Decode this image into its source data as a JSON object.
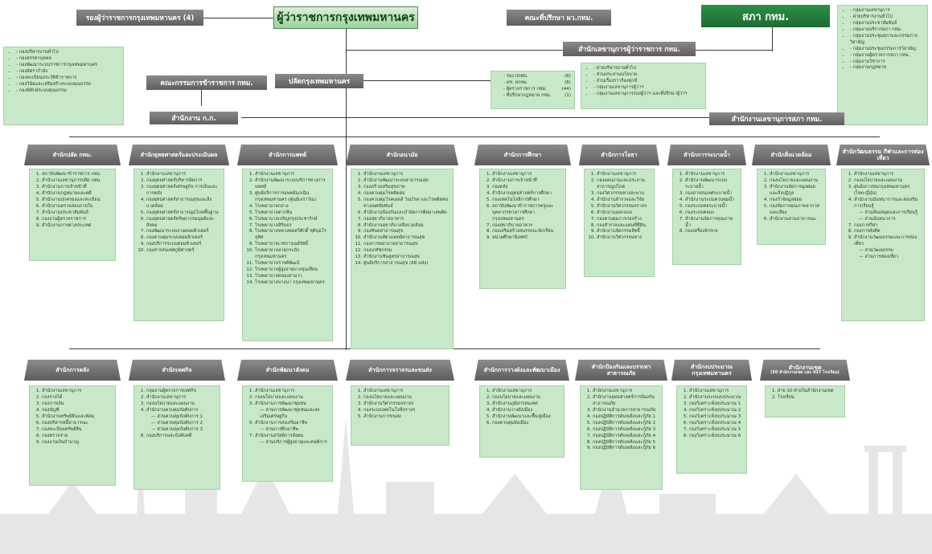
{
  "header": {
    "deputy_governors": "รองผู้ว่าราชการกรุงเทพมหานคร (4)",
    "governor": "ผู้ว่าราชการกรุงเทพมหานคร",
    "advisory_board": "คณะที่ปรึกษา ผว.กทม.",
    "council": "สภา กทม.",
    "governor_secretariat": "สำนักเลขานุการผู้ว่าราชการ กทม.",
    "civil_service_commission": "คณะกรรมการข้าราชการ กทม.",
    "permanent_secretary": "ปลัดกรุงเทพมหานคร",
    "csc_office": "สำนักงาน ก.ก.",
    "council_secretariat": "สำนักงานเลขานุการสภา กทม."
  },
  "lists": {
    "council_right": [
      "กลุ่มงานเลขานุการ",
      "ฝ่ายบริหารงานทั่วไป",
      "กลุ่มงานประชาสัมพันธ์",
      "กลุ่มงานบริการสภา กทม.",
      "กลุ่มงานประชุมสภาและกรรมการวิสามัญ",
      "กลุ่มงานประชุมกรรมการวิสามัญ",
      "กลุ่มงานผู้ตรวจการสภา กทม.",
      "กลุ่มงานวิชาการ",
      "กลุ่มงานกฎหมาย"
    ],
    "csc_left": [
      "กองบริหารงานทั่วไป",
      "กองสรรหาบุคคล",
      "กองพัฒนาระบบราชการกรุงเทพมหานคร",
      "กองอัตรากำลัง",
      "กองทะเบียนประวัติข้าราชการ",
      "กองวินัยและเสริมสร้างระบบคุณธรรม",
      "กองพิทักษ์ระบบคุณธรรม"
    ],
    "officials": [
      "รอง ปกทม.",
      "ผช. ปกทม.",
      "ผู้ตรวจราชการ กทม.",
      "ที่ปรึกษากฎหมาย กทม."
    ],
    "officials_counts": [
      "(6)",
      "(6)",
      "(44)",
      "(1)"
    ],
    "gov_sec": [
      "ฝ่ายบริหารงานทั่วไป",
      "ส่วนประสานนโยบาย",
      "ส่วนเรื่องราวร้องทุกข์",
      "กลุ่มงานเลขานุการผู้ว่าฯ",
      "กลุ่มงานเลขานุการรองผู้ว่าฯ และที่ปรึกษาผู้ว่าฯ"
    ]
  },
  "row1": [
    {
      "title": "สำนักปลัด กทม.",
      "items": [
        "สถาบันพัฒนาข้าราชการ กทม.",
        "สำนักงานเลขานุการปลัด กทม.",
        "สำนักงานการเจ้าหน้าที่",
        "สำนักงานกฎหมายและคดี",
        "สำนักงานปกครองและทะเบียน",
        "สำนักงานตรวจสอบภายใน",
        "สำนักงานประชาสัมพันธ์",
        "กองงานผู้ตรวจราชการ",
        "สำนักงานการต่างประเทศ"
      ]
    },
    {
      "title": "สำนักยุทธศาสตร์และประเมินผล",
      "items": [
        "สำนักงานเลขานุการ",
        "กองยุทธศาสตร์บริหารจัดการ",
        "กองยุทธศาสตร์เศรษฐกิจ การเงินและการคลัง",
        "กองยุทธศาสตร์สาธารณสุขและสิ่งแวดล้อม",
        "กองยุทธศาสตร์สาธารณูปโภคพื้นฐาน",
        "กองยุทธศาสตร์ทรัพยากรมนุษย์และสังคม",
        "กองพัฒนาระบบงานคอมพิวเตอร์",
        "กองควบคุมระบบคอมพิวเตอร์",
        "กองบริการระบบคอมพิวเตอร์",
        "กองสารสนเทศภูมิศาสตร์"
      ]
    },
    {
      "title": "สำนักการแพทย์",
      "items": [
        "สำนักงานเลขานุการ",
        "สำนักงานพัฒนาระบบบริการทางการแพทย์",
        "ศูนย์บริการการแพทย์ฉุกเฉินกรุงเทพมหานคร (ศูนย์เอราวัณ)",
        "โรงพยาบาลกลาง",
        "โรงพยาบาลตากสิน",
        "โรงพยาบาลเจริญกรุงประชารักษ์",
        "โรงพยาบาลสิรินธร",
        "โรงพยาบาลหลวงพ่อทวีศักดิ์ ชุตินฺธโร อุทิศ",
        "โรงพยาบาลเวชการุณย์รัศมิ์",
        "โรงพยาบาลลาดกระบังกรุงเทพมหานคร",
        "โรงพยาบาลราชพิพัฒน์",
        "โรงพยาบาลผู้สูงอายุบางขุนเทียน",
        "โรงพยาบาลคลองสามวา",
        "โรงพยาบาลบางนา กรุงเทพมหานคร"
      ]
    },
    {
      "title": "สำนักอนามัย",
      "items": [
        "สำนักงานเลขานุการ",
        "สำนักงานพัฒนาระบบสาธารณสุข",
        "กองสร้างเสริมสุขภาพ",
        "กองควบคุมโรคติดต่อ",
        "กองควบคุมโรคเอดส์ วัณโรค และโรคติดต่อทางเพศสัมพันธ์",
        "สำนักงานป้องกันและบำบัดการติดยาเสพติด",
        "กองสุขาภิบาลอาหาร",
        "สำนักงานสุขาภิบาลสิ่งแวดล้อม",
        "กองทันตสาธารณสุข",
        "สำนักงานสัตวแพทย์สาธารณสุข",
        "กองการพยาบาลสาธารณสุข",
        "กองเภสัชกรรม",
        "สำนักงานชันสูตรสาธารณสุข",
        "ศูนย์บริการสาธารณสุข (68 แห่ง)"
      ]
    },
    {
      "title": "สำนักการศึกษา",
      "items": [
        "สำนักงานเลขานุการ",
        "สำนักงานการเจ้าหน้าที่",
        "กองคลัง",
        "สำนักงานยุทธศาสตร์การศึกษา",
        "กองเทคโนโลยีการศึกษา",
        "สถาบันพัฒนาข้าราชการครูและบุคลากรทางการศึกษากรุงเทพมหานคร",
        "กองสุขาภิบาลอาหาร",
        "กองเสริมสร้างสมรรถนะนักเรียน",
        "หน่วยศึกษานิเทศก์"
      ]
    },
    {
      "title": "สำนักการโยธา",
      "items": [
        "สำนักงานเลขานุการ",
        "กองแผนงานและประสานสาธารณูปโภค",
        "กองวิศวกรรมทางสะพาน",
        "สำนักงานสำรวจและวิจัย",
        "สำนักงานวิศวกรรมจราจร",
        "สำนักงานออกแบบ",
        "กองควบคุมการก่อสร้าง",
        "กองสำรวจและแผนที่ที่ดิน",
        "สำนักงานจัดกรรมสิทธิ์",
        "สำนักงานวิศวกรรมทาง"
      ]
    },
    {
      "title": "สำนักการระบายน้ำ",
      "items": [
        "สำนักงานเลขานุการ",
        "สำนักงานพัฒนาระบบระบายน้ำ",
        "กองสารสนเทศระบายน้ำ",
        "สำนักงานระบบควบคุมน้ำ",
        "กองระบบท่อระบายน้ำ",
        "กองระบบคลอง",
        "สำนักงานจัดการคุณภาพน้ำ",
        "กองเครื่องจักรกล"
      ]
    },
    {
      "title": "สำนักสิ่งแวดล้อม",
      "items": [
        "สำนักงานเลขานุการ",
        "กองนโยบายและแผนงาน",
        "สำนักงานจัดการมูลฝอยและสิ่งปฏิกูล",
        "กองกำจัดมูลฝอย",
        "กองจัดการคุณภาพอากาศและเสียง",
        "สำนักงานสวนสาธารณะ"
      ]
    },
    {
      "title": "สำนักวัฒนธรรม กีฬาและการท่องเที่ยว",
      "items": [
        "สำนักงานเลขานุการ",
        "กองนโยบายและแผนงาน",
        "ศูนย์เยาวชนกรุงเทพมหานคร (ไทย-ญี่ปุ่น)",
        "สำนักงานนันทนาการและส่งเสริมการเรียนรู้",
        "— ส่วนห้องสมุดและการเรียนรู้",
        "— ส่วนนันทนาการ",
        "กองการกีฬา",
        "กองการสังคีต",
        "สำนักงานวัฒนธรรมและการท่องเที่ยว",
        "— ส่วนวัฒนธรรม",
        "— ส่วนการท่องเที่ยว"
      ]
    }
  ],
  "row2": [
    {
      "title": "สำนักการคลัง",
      "items": [
        "สำนักงานเลขานุการ",
        "กองรายได้",
        "กองการเงิน",
        "กองบัญชี",
        "สำนักงานทรัพย์สินและพัสดุ",
        "กองบริหารหนี้สาธารณะ",
        "กองทะเบียนทรัพย์สิน",
        "กองตรวจจ่าย",
        "กองงานเงินบำนาญ"
      ]
    },
    {
      "title": "สำนักเทศกิจ",
      "items": [
        "กลุ่มงานผู้ตรวจการเทศกิจ",
        "สำนักงานเลขานุการ",
        "กองนโยบายและแผนงาน",
        "สำนักงานควบคุมบังคับการ",
        "— ส่วนควบคุมบังคับการ 1",
        "— ส่วนควบคุมบังคับการ 2",
        "— ส่วนควบคุมบังคับการ 3",
        "กองบริการและบังคับคดี"
      ]
    },
    {
      "title": "สำนักพัฒนาสังคม",
      "items": [
        "สำนักงานเลขานุการ",
        "กองนโยบายและแผนงาน",
        "สำนักงานการพัฒนาชุมชน",
        "— ส่วนการพัฒนาชุมชนและส่งเสริมเศรษฐกิจ",
        "สำนักงานการส่งเสริมอาชีพ",
        "— ส่วนการฝึกอาชีพ",
        "สำนักงานสวัสดิการสังคม",
        "— ส่วนบริการผู้สูงอายุและคนพิการ"
      ]
    },
    {
      "title": "สำนักการจราจรและขนส่ง",
      "items": [
        "สำนักงานเลขานุการ",
        "กองนโยบายและแผนงาน",
        "สำนักงานวิศวกรรมจราจร",
        "กองระบบเทคโนโลยีจราจร",
        "สำนักงานการขนส่ง"
      ]
    },
    {
      "title": "สำนักการวางผังและพัฒนาเมือง",
      "items": [
        "สำนักงานเลขานุการ",
        "กองนโยบายและแผนงาน",
        "สำนักงานภูมิสารสนเทศ",
        "สำนักงานวางผังเมือง",
        "สำนักงานพัฒนาและฟื้นฟูเมือง",
        "กองควบคุมผังเมือง"
      ]
    },
    {
      "title": "สำนักป้องกันและบรรเทาสาธารณภัย",
      "items": [
        "สำนักงานเลขานุการ",
        "สำนักงานยุทธศาสตร์การป้องกันสาธารณภัย",
        "สำนักงานอำนวยการสาธารณภัย",
        "กองปฏิบัติการดับเพลิงและกู้ภัย 1",
        "กองปฏิบัติการดับเพลิงและกู้ภัย 2",
        "กองปฏิบัติการดับเพลิงและกู้ภัย 3",
        "กองปฏิบัติการดับเพลิงและกู้ภัย 4",
        "กองปฏิบัติการดับเพลิงและกู้ภัย 5",
        "กองปฏิบัติการดับเพลิงและกู้ภัย 6"
      ]
    },
    {
      "title": "สำนักงบประมาณกรุงเทพมหานคร",
      "items": [
        "สำนักงานเลขานุการ",
        "สำนักงานระบบงบประมาณ",
        "กองวิเคราะห์งบประมาณ 1",
        "กองวิเคราะห์งบประมาณ 2",
        "กองวิเคราะห์งบประมาณ 3",
        "กองวิเคราะห์งบประมาณ 4",
        "กองวิเคราะห์งบประมาณ 5",
        "กองวิเคราะห์งบประมาณ 6"
      ]
    },
    {
      "title": "สำนักงานเขต",
      "subtitle": "(50 สำนักงานเขต และ 437 โรงเรียน)",
      "items": [
        "ฝ่าย 10 ฝ่ายในสำนักงานเขต",
        "โรงเรียน"
      ]
    }
  ],
  "colors": {
    "box_green": "#c9e8c9",
    "header_gray": "#6f6f6f",
    "council_green": "#2a7f40",
    "line": "#3a3a3a"
  }
}
